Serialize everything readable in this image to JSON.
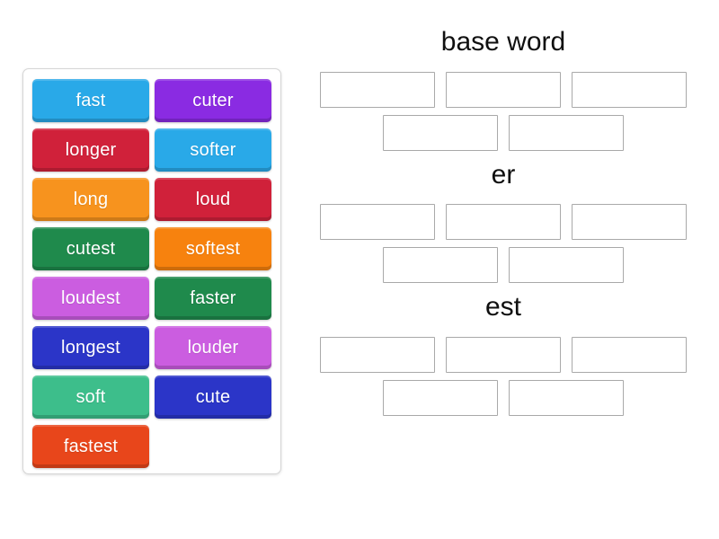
{
  "activity": {
    "type": "group-sort",
    "tray": {
      "label": "word-tile-tray",
      "tiles": [
        {
          "text": "fast",
          "color": "#29a9e8"
        },
        {
          "text": "cuter",
          "color": "#8a2be2"
        },
        {
          "text": "longer",
          "color": "#d0213a"
        },
        {
          "text": "softer",
          "color": "#29a9e8"
        },
        {
          "text": "long",
          "color": "#f7931e"
        },
        {
          "text": "loud",
          "color": "#d0213a"
        },
        {
          "text": "cutest",
          "color": "#1f8a4c"
        },
        {
          "text": "softest",
          "color": "#f7820e"
        },
        {
          "text": "loudest",
          "color": "#cb5de0"
        },
        {
          "text": "faster",
          "color": "#1f8a4c"
        },
        {
          "text": "longest",
          "color": "#2b35c8"
        },
        {
          "text": "louder",
          "color": "#cb5de0"
        },
        {
          "text": "soft",
          "color": "#3dbe8b"
        },
        {
          "text": "cute",
          "color": "#2b35c8"
        },
        {
          "text": "fastest",
          "color": "#e8461b"
        }
      ]
    },
    "categories": [
      {
        "title": "base word",
        "rows": [
          {
            "slots": [
              "",
              "",
              ""
            ]
          },
          {
            "slots": [
              "",
              ""
            ]
          }
        ]
      },
      {
        "title": "er",
        "rows": [
          {
            "slots": [
              "",
              "",
              ""
            ]
          },
          {
            "slots": [
              "",
              ""
            ]
          }
        ]
      },
      {
        "title": "est",
        "rows": [
          {
            "slots": [
              "",
              "",
              ""
            ]
          },
          {
            "slots": [
              "",
              ""
            ]
          }
        ]
      }
    ]
  },
  "colors": {
    "background": "#ffffff",
    "tray_border": "#d6d6d6",
    "slot_border": "#a9a9a9",
    "title_text": "#101010",
    "tile_text": "#ffffff"
  }
}
